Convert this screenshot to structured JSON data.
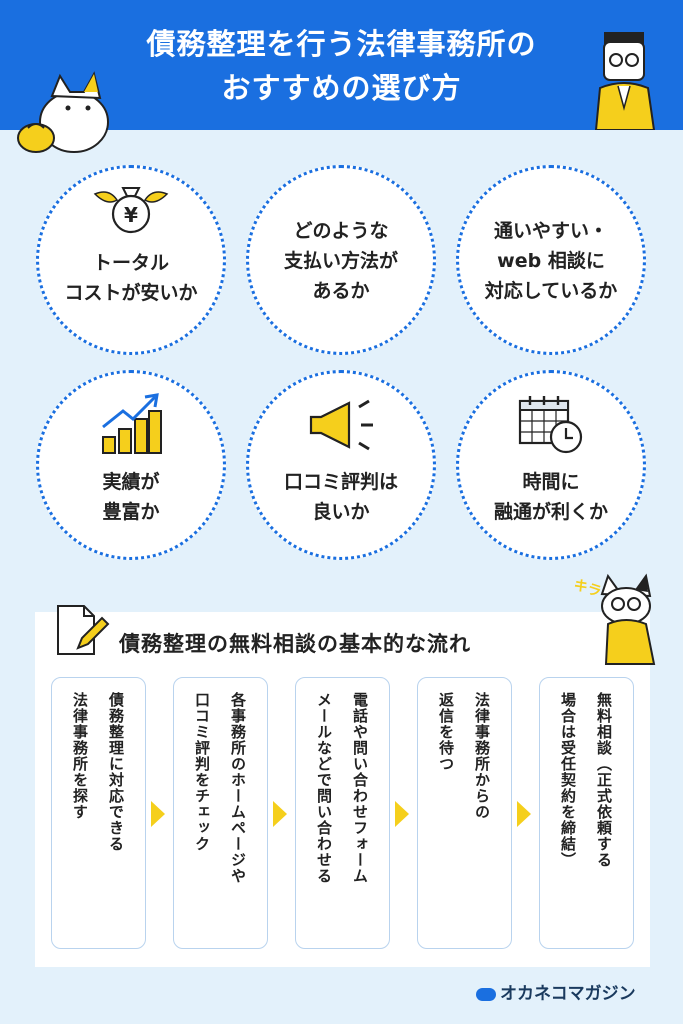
{
  "header": {
    "title_line1": "債務整理を行う法律事務所の",
    "title_line2": "おすすめの選び方"
  },
  "criteria": [
    {
      "lines": [
        "トータル",
        "コストが安いか"
      ],
      "icon": "money-bag-icon"
    },
    {
      "lines": [
        "どのような",
        "支払い方法が",
        "あるか"
      ],
      "icon": ""
    },
    {
      "lines": [
        "通いやすい・",
        "web 相談に",
        "対応しているか"
      ],
      "icon": ""
    },
    {
      "lines": [
        "実績が",
        "豊富か"
      ],
      "icon": "bar-chart-icon"
    },
    {
      "lines": [
        "口コミ評判は",
        "良いか"
      ],
      "icon": "megaphone-icon"
    },
    {
      "lines": [
        "時間に",
        "融通が利くか"
      ],
      "icon": "calendar-clock-icon"
    }
  ],
  "flow": {
    "title": "債務整理の無料相談の基本的な流れ",
    "decor_text": "キラーン",
    "steps": [
      {
        "col1": "債務整理に対応できる",
        "col2": "法律事務所を探す"
      },
      {
        "col1": "各事務所のホームページや",
        "col2": "口コミ評判をチェック"
      },
      {
        "col1": "電話や問い合わせフォーム",
        "col2": "メールなどで問い合わせる"
      },
      {
        "col1": "法律事務所からの",
        "col2": "返信を待つ"
      },
      {
        "col1": "無料相談（正式依頼する",
        "col2": "場合は受任契約を締結）"
      }
    ]
  },
  "brand": {
    "name": "オカネコマガジン"
  },
  "colors": {
    "header_blue": "#1a6fe0",
    "background": "#e3f1fb",
    "accent_yellow": "#f5cf1c"
  }
}
